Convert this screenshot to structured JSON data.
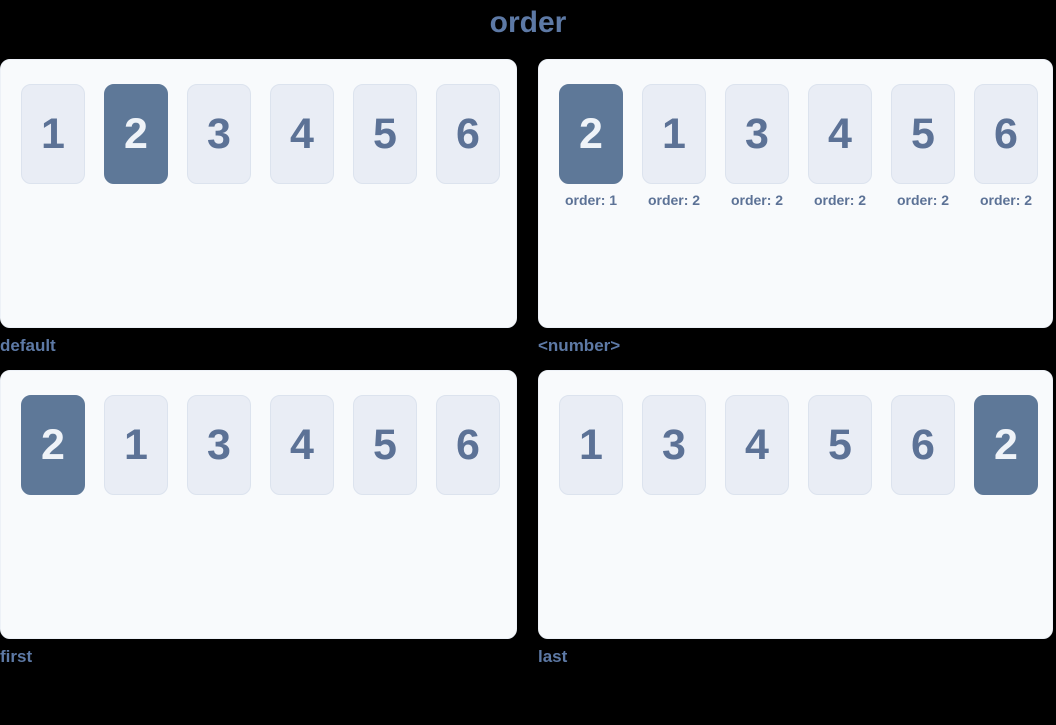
{
  "title": "order",
  "colors": {
    "page_bg": "#000000",
    "panel_bg": "#f8fafc",
    "panel_border": "#edf1f7",
    "box_bg": "#e9edf5",
    "box_border": "#dce3ee",
    "box_text": "#5c7296",
    "highlight_bg": "#5e7898",
    "highlight_text": "#eff3f8",
    "heading_text": "#5d79a5"
  },
  "panels": [
    {
      "id": "default",
      "caption": "default",
      "boxes": [
        {
          "n": "1",
          "highlight": false
        },
        {
          "n": "2",
          "highlight": true
        },
        {
          "n": "3",
          "highlight": false
        },
        {
          "n": "4",
          "highlight": false
        },
        {
          "n": "5",
          "highlight": false
        },
        {
          "n": "6",
          "highlight": false
        }
      ]
    },
    {
      "id": "number",
      "caption": "<number>",
      "boxes": [
        {
          "n": "2",
          "highlight": true,
          "label": "order: 1"
        },
        {
          "n": "1",
          "highlight": false,
          "label": "order: 2"
        },
        {
          "n": "3",
          "highlight": false,
          "label": "order: 2"
        },
        {
          "n": "4",
          "highlight": false,
          "label": "order: 2"
        },
        {
          "n": "5",
          "highlight": false,
          "label": "order: 2"
        },
        {
          "n": "6",
          "highlight": false,
          "label": "order: 2"
        }
      ]
    },
    {
      "id": "first",
      "caption": "first",
      "boxes": [
        {
          "n": "2",
          "highlight": true
        },
        {
          "n": "1",
          "highlight": false
        },
        {
          "n": "3",
          "highlight": false
        },
        {
          "n": "4",
          "highlight": false
        },
        {
          "n": "5",
          "highlight": false
        },
        {
          "n": "6",
          "highlight": false
        }
      ]
    },
    {
      "id": "last",
      "caption": "last",
      "boxes": [
        {
          "n": "1",
          "highlight": false
        },
        {
          "n": "3",
          "highlight": false
        },
        {
          "n": "4",
          "highlight": false
        },
        {
          "n": "5",
          "highlight": false
        },
        {
          "n": "6",
          "highlight": false
        },
        {
          "n": "2",
          "highlight": true
        }
      ]
    }
  ]
}
